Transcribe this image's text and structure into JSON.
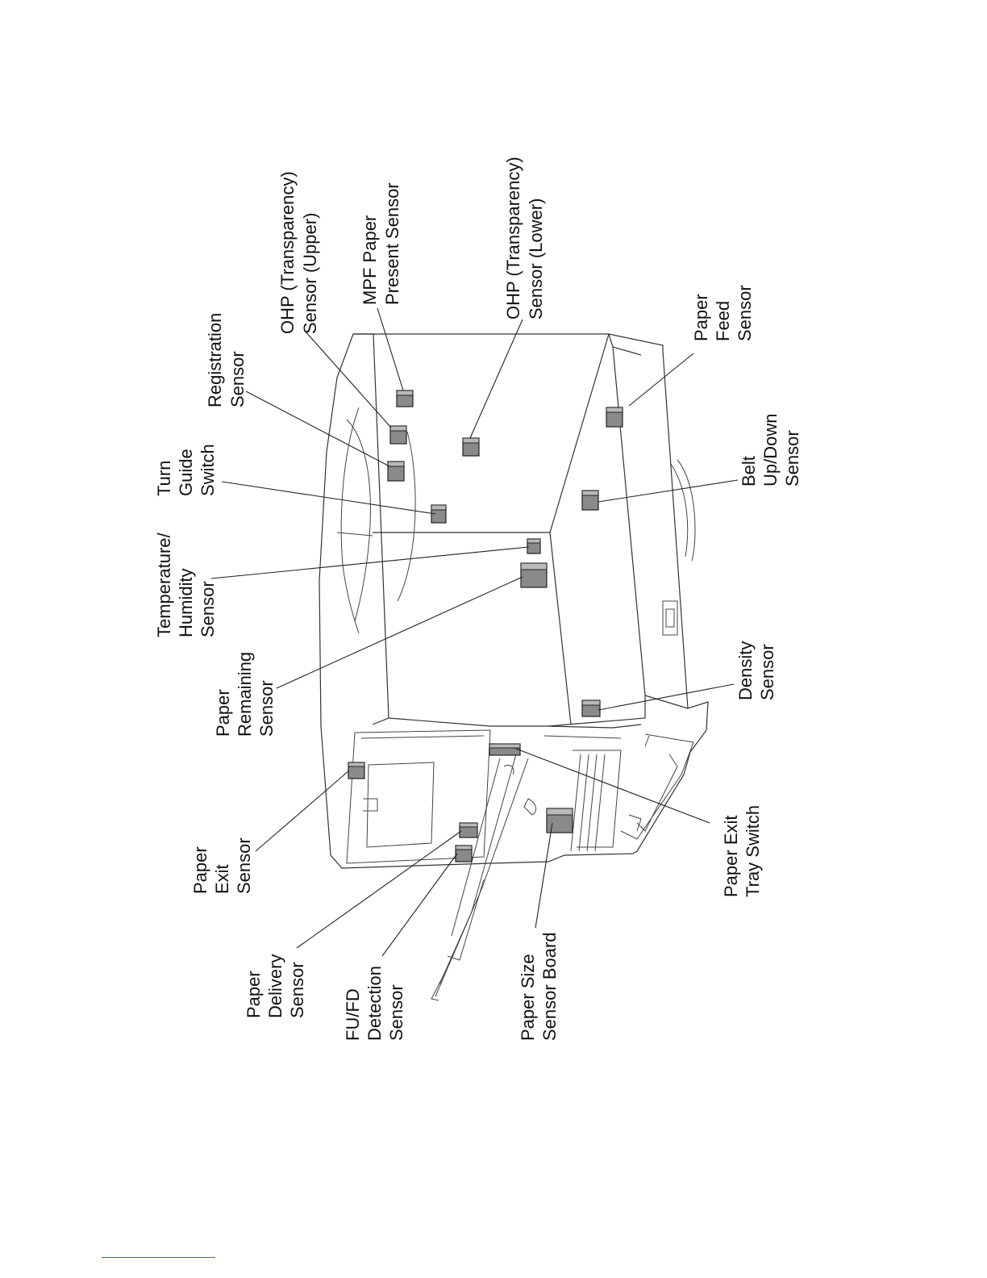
{
  "diagram": {
    "labels": {
      "ohp_upper": [
        "OHP (Transparency)",
        "Sensor (Upper)"
      ],
      "mpf_paper_present": [
        "MPF Paper",
        "Present Sensor"
      ],
      "ohp_lower": [
        "OHP (Transparency)",
        "Sensor (Lower)"
      ],
      "registration": [
        "Registration",
        "Sensor"
      ],
      "turn_guide": [
        "Turn",
        "Guide",
        "Switch"
      ],
      "temp_humidity": [
        "Temperature/",
        "Humidity",
        "Sensor"
      ],
      "paper_remaining": [
        "Paper",
        "Remaining",
        "Sensor"
      ],
      "paper_exit": [
        "Paper",
        "Exit",
        "Sensor"
      ],
      "paper_delivery": [
        "Paper",
        "Delivery",
        "Sensor"
      ],
      "fufd_detection": [
        "FU/FD",
        "Detection",
        "Sensor"
      ],
      "paper_size_board": [
        "Paper Size",
        "Sensor Board"
      ],
      "paper_exit_tray": [
        "Paper Exit",
        "Tray Switch"
      ],
      "density": [
        "Density",
        "Sensor"
      ],
      "belt_updown": [
        "Belt",
        "Up/Down",
        "Sensor"
      ],
      "paper_feed": [
        "Paper",
        "Feed",
        "Sensor"
      ]
    }
  }
}
